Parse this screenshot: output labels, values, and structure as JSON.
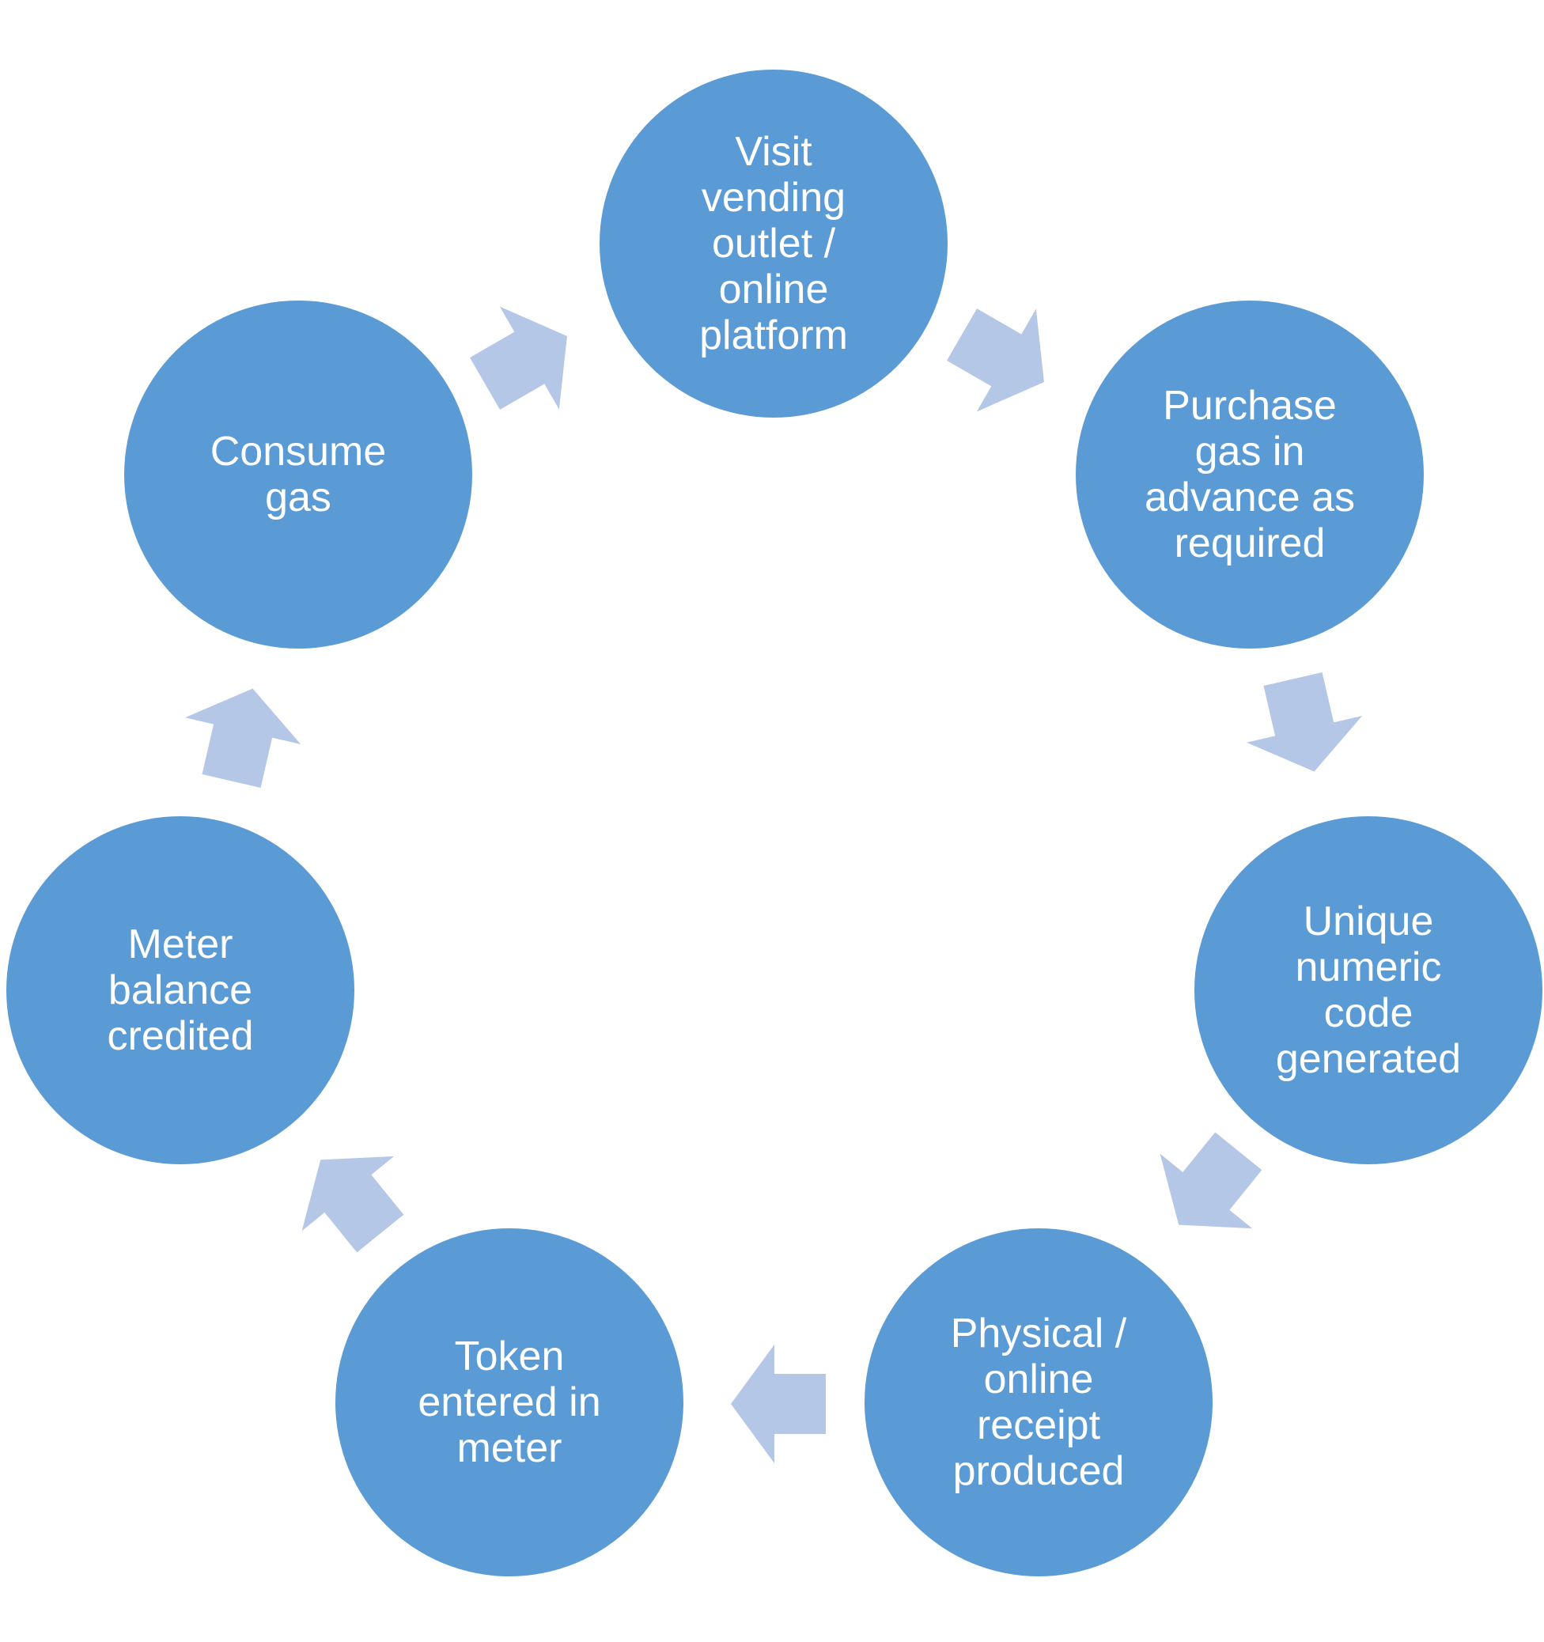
{
  "diagram": {
    "type": "cycle",
    "node_color": "#5b9bd5",
    "arrow_color": "#b4c7e7",
    "text_color": "#ffffff",
    "nodes": [
      {
        "id": "visit",
        "label": "Visit\nvending\noutlet /\nonline\nplatform"
      },
      {
        "id": "purchase",
        "label": "Purchase\ngas in\nadvance as\nrequired"
      },
      {
        "id": "code",
        "label": "Unique\nnumeric\ncode\ngenerated"
      },
      {
        "id": "receipt",
        "label": "Physical /\nonline\nreceipt\nproduced"
      },
      {
        "id": "token",
        "label": "Token\nentered in\nmeter"
      },
      {
        "id": "credited",
        "label": "Meter\nbalance\ncredited"
      },
      {
        "id": "consume",
        "label": "Consume\ngas"
      }
    ],
    "edges": [
      {
        "from": "visit",
        "to": "purchase"
      },
      {
        "from": "purchase",
        "to": "code"
      },
      {
        "from": "code",
        "to": "receipt"
      },
      {
        "from": "receipt",
        "to": "token"
      },
      {
        "from": "token",
        "to": "credited"
      },
      {
        "from": "credited",
        "to": "consume"
      },
      {
        "from": "consume",
        "to": "visit"
      }
    ]
  }
}
